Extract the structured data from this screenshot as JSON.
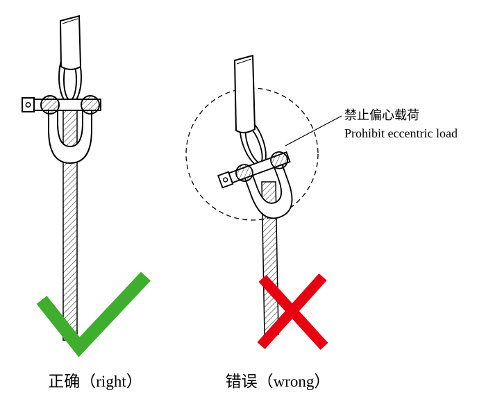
{
  "labels": {
    "right": "正确（right）",
    "wrong": "错误（wrong）"
  },
  "annotation": {
    "line1": "禁止偏心载荷",
    "line2": "Prohibit eccentric load"
  },
  "colors": {
    "check_green": "#3fae2e",
    "cross_red": "#e60012",
    "line_black": "#000000",
    "background": "#ffffff"
  },
  "icons": {
    "correct_mark": "green-check-icon",
    "wrong_mark": "red-cross-icon",
    "emphasis": "dashed-circle"
  }
}
